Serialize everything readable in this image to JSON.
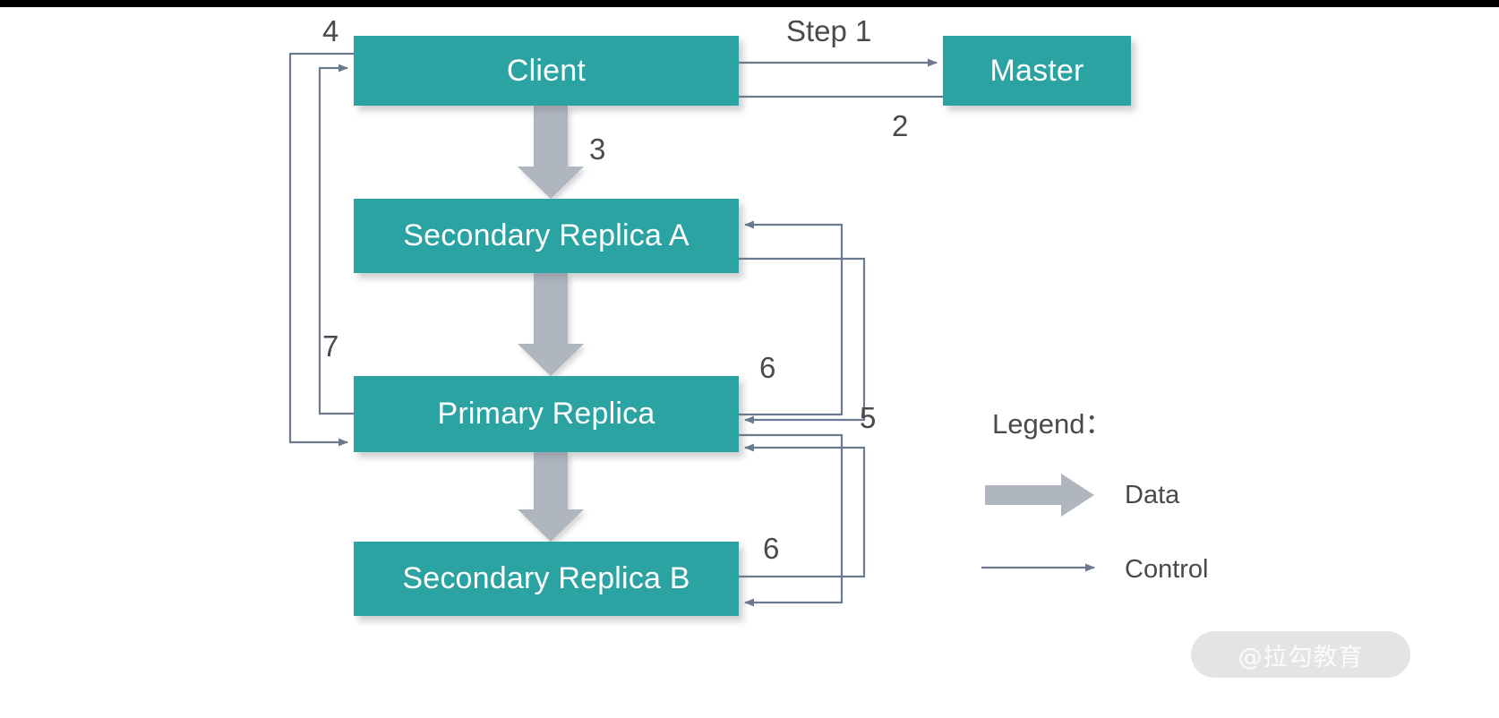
{
  "canvas": {
    "background": "#ffffff",
    "topbar_color": "#000000",
    "node_color": "#2aa3a2",
    "node_text_color": "#ffffff",
    "data_arrow_color": "#afb6c0",
    "control_arrow_color": "#6b7a8f",
    "label_text_color": "#4a4a4a"
  },
  "nodes": {
    "client": "Client",
    "master": "Master",
    "secondary_a": "Secondary Replica A",
    "primary": "Primary Replica",
    "secondary_b": "Secondary Replica B"
  },
  "step_labels": {
    "step1": "Step 1",
    "step2": "2",
    "step3": "3",
    "step4": "4",
    "step5": "5",
    "step6_a": "6",
    "step6_b": "6",
    "step7": "7"
  },
  "legend": {
    "title": "Legend：",
    "data_label": "Data",
    "control_label": "Control"
  },
  "watermark": {
    "text": "@拉勾教育"
  }
}
